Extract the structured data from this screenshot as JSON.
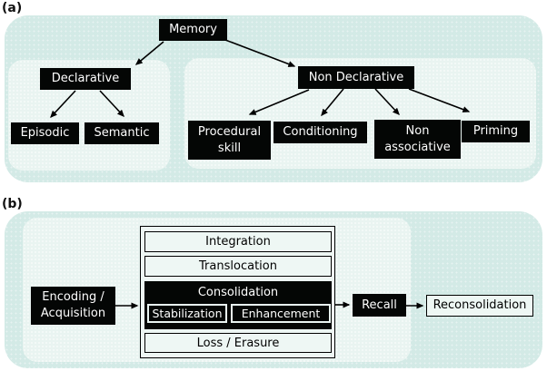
{
  "figure": {
    "panel_a": {
      "label": "(a)",
      "nodes": {
        "memory": "Memory",
        "declarative": "Declarative",
        "episodic": "Episodic",
        "semantic": "Semantic",
        "non_declarative": "Non Declarative",
        "procedural_skill": "Procedural skill",
        "conditioning": "Conditioning",
        "non_associative": "Non associative",
        "priming": "Priming"
      },
      "edges": [
        "Memory→Declarative",
        "Memory→Non Declarative",
        "Declarative→Episodic",
        "Declarative→Semantic",
        "Non Declarative→Procedural skill",
        "Non Declarative→Conditioning",
        "Non Declarative→Non associative",
        "Non Declarative→Priming"
      ]
    },
    "panel_b": {
      "label": "(b)",
      "nodes": {
        "encoding": "Encoding / Acquisition",
        "integration": "Integration",
        "translocation": "Translocation",
        "consolidation": "Consolidation",
        "stabilization": "Stabilization",
        "enhancement": "Enhancement",
        "loss_erasure": "Loss / Erasure",
        "recall": "Recall",
        "reconsolidation": "Reconsolidation"
      },
      "edges": [
        "Encoding / Acquisition→stage stack",
        "stage stack→Recall",
        "Recall→Reconsolidation"
      ]
    },
    "colors": {
      "outer_panel_bg": "#d3eae6",
      "inner_panel_bg": "#e9f4f1",
      "node_bg": "#040605",
      "node_text": "#ffffff",
      "row_bg": "#eef7f4",
      "line": "#000000",
      "page_bg": "#ffffff"
    }
  }
}
